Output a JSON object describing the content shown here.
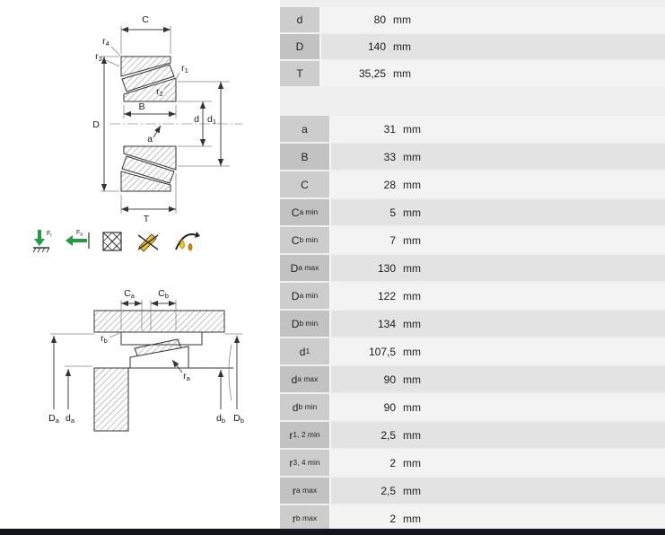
{
  "colors": {
    "green": "#1e9e3e",
    "yellow": "#f2c31b",
    "orange": "#e08a00"
  },
  "top_table": {
    "rows": [
      {
        "label": "d",
        "sub": "",
        "value": "80",
        "unit": "mm"
      },
      {
        "label": "D",
        "sub": "",
        "value": "140",
        "unit": "mm"
      },
      {
        "label": "T",
        "sub": "",
        "value": "35,25",
        "unit": "mm"
      }
    ]
  },
  "spec_table": {
    "rows": [
      {
        "label": "a",
        "sub": "",
        "value": "31",
        "unit": "mm"
      },
      {
        "label": "B",
        "sub": "",
        "value": "33",
        "unit": "mm"
      },
      {
        "label": "C",
        "sub": "",
        "value": "28",
        "unit": "mm"
      },
      {
        "label": "C",
        "sub": "a min",
        "value": "5",
        "unit": "mm"
      },
      {
        "label": "C",
        "sub": "b min",
        "value": "7",
        "unit": "mm"
      },
      {
        "label": "D",
        "sub": "a max",
        "value": "130",
        "unit": "mm"
      },
      {
        "label": "D",
        "sub": "a min",
        "value": "122",
        "unit": "mm"
      },
      {
        "label": "D",
        "sub": "b min",
        "value": "134",
        "unit": "mm"
      },
      {
        "label": "d",
        "sub": "1",
        "value": "107,5",
        "unit": "mm"
      },
      {
        "label": "d",
        "sub": "a max",
        "value": "90",
        "unit": "mm"
      },
      {
        "label": "d",
        "sub": "b min",
        "value": "90",
        "unit": "mm"
      },
      {
        "label": "r",
        "sub": "1, 2 min",
        "value": "2,5",
        "unit": "mm"
      },
      {
        "label": "r",
        "sub": "3, 4 min",
        "value": "2",
        "unit": "mm"
      },
      {
        "label": "r",
        "sub": "a max",
        "value": "2,5",
        "unit": "mm"
      },
      {
        "label": "r",
        "sub": "b max",
        "value": "2",
        "unit": "mm"
      }
    ]
  },
  "top_drawing": {
    "labels": {
      "c": "C",
      "bigB": "B",
      "bigD": "D",
      "d": "d",
      "a": "a",
      "t": "T",
      "rm": "r",
      "r1s": "1",
      "r2s": "2",
      "r3s": "3",
      "r4s": "4",
      "d1m": "d",
      "d1s": "1"
    }
  },
  "bottom_drawing": {
    "labels": {
      "cm": "C",
      "cas": "a",
      "cbs": "b",
      "rm": "r",
      "rbs": "b",
      "ras": "a",
      "Dm": "D",
      "Das": "a",
      "Dbs": "b",
      "dm": "d",
      "das": "a",
      "dbs": "b"
    }
  },
  "icons": {
    "radial_main": "F",
    "radial_sub": "r",
    "axial_main": "F",
    "axial_sub": "a"
  }
}
